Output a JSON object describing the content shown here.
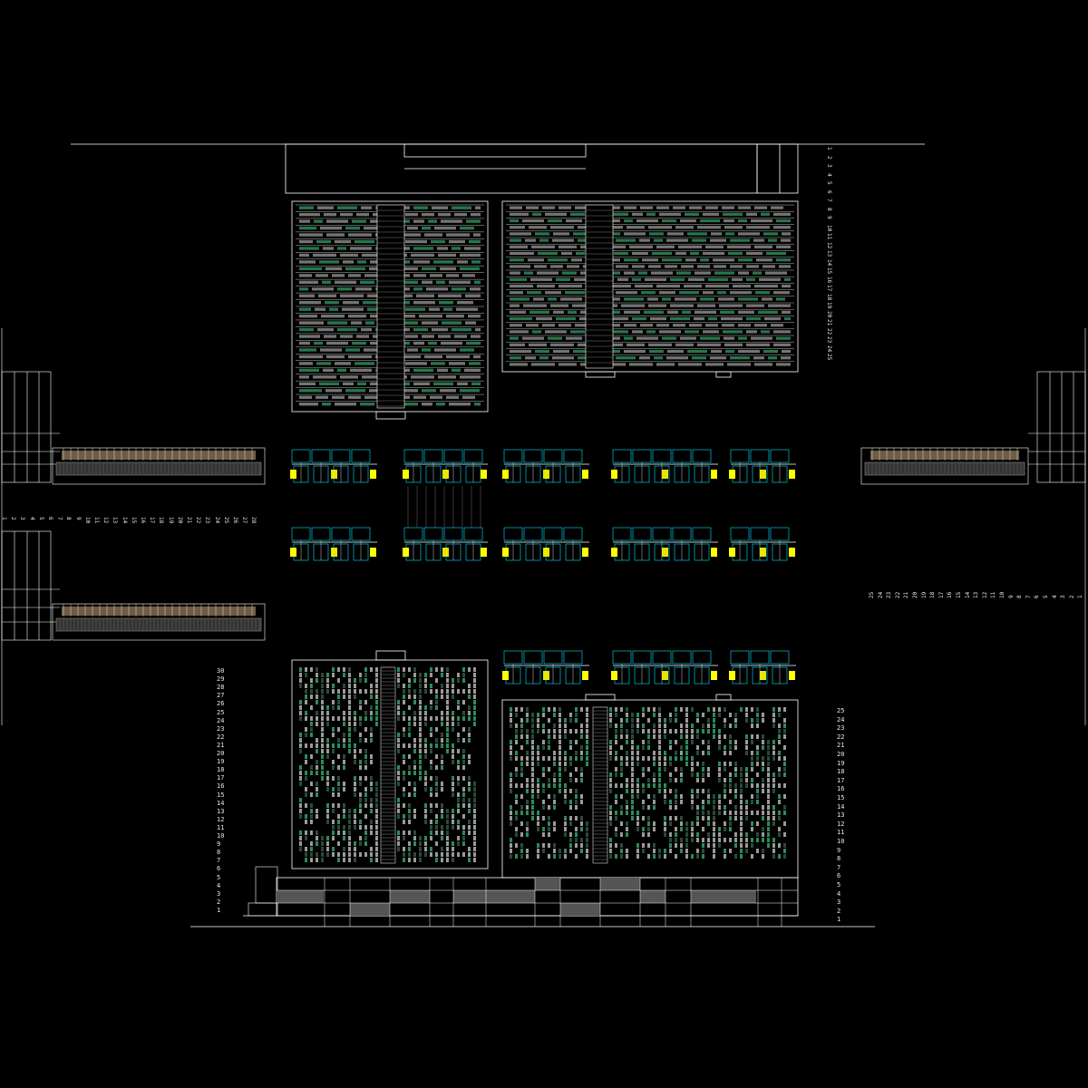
{
  "drawing": {
    "background": "#000000",
    "line_color": "#ffffff",
    "accent_green": "#2e8b57",
    "accent_cyan": "#00e5ff",
    "accent_yellow": "#ffff00",
    "accent_tan": "#8b7355",
    "fill_gray": "#555555"
  },
  "levels": {
    "elev_left_30": [
      "30",
      "29",
      "28",
      "27",
      "26",
      "25",
      "24",
      "23",
      "22",
      "21",
      "20",
      "19",
      "18",
      "17",
      "16",
      "15",
      "14",
      "13",
      "12",
      "11",
      "10",
      "9",
      "8",
      "7",
      "6",
      "5",
      "4",
      "3",
      "2",
      "1"
    ],
    "elev_right_25": [
      "25",
      "24",
      "23",
      "22",
      "21",
      "20",
      "19",
      "18",
      "17",
      "16",
      "15",
      "14",
      "13",
      "12",
      "11",
      "10",
      "9",
      "8",
      "7",
      "6",
      "5",
      "4",
      "3",
      "2",
      "1"
    ],
    "top_right_axis": [
      "1",
      "2",
      "3",
      "4",
      "5",
      "6",
      "7",
      "8",
      "9",
      "10",
      "11",
      "12",
      "13",
      "14",
      "15",
      "16",
      "17",
      "18",
      "19",
      "20",
      "21",
      "22",
      "23",
      "24",
      "25"
    ],
    "left_axis": [
      "1",
      "2",
      "3",
      "4",
      "5",
      "6",
      "7",
      "8",
      "9",
      "10",
      "11",
      "12",
      "13",
      "14",
      "15",
      "16",
      "17",
      "18",
      "19",
      "20",
      "21",
      "22",
      "23",
      "24",
      "25",
      "26",
      "27",
      "28"
    ],
    "right_axis": [
      "25",
      "24",
      "23",
      "22",
      "21",
      "20",
      "19",
      "18",
      "17",
      "16",
      "15",
      "14",
      "13",
      "12",
      "11",
      "10",
      "9",
      "8",
      "7",
      "6",
      "5",
      "4",
      "3",
      "2",
      "1"
    ]
  }
}
